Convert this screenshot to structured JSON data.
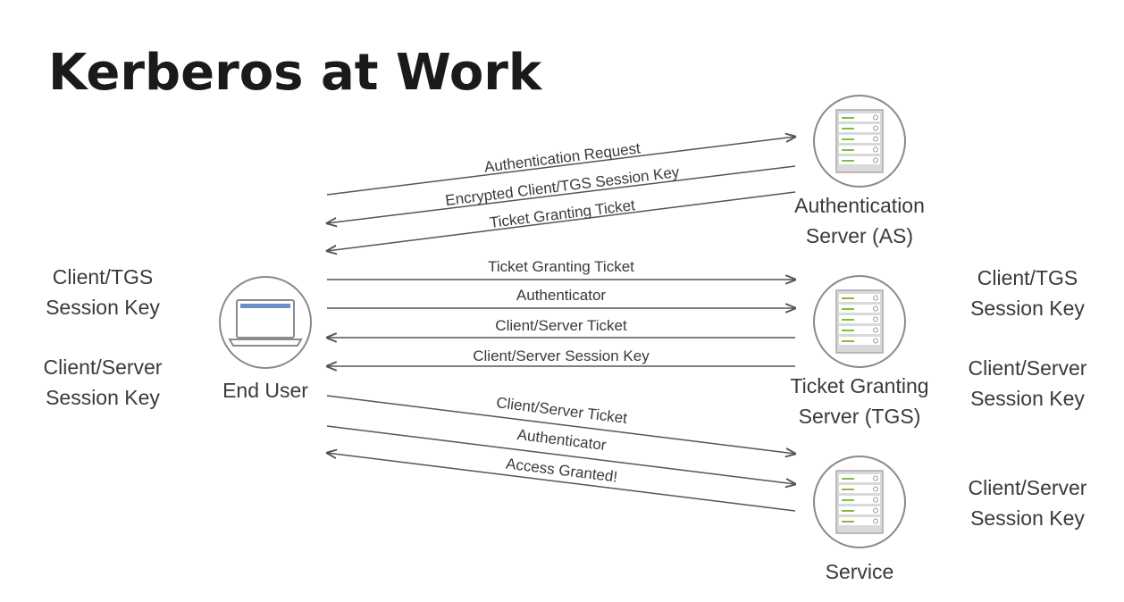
{
  "title": "Kerberos at Work",
  "nodes": {
    "end_user": "End User",
    "as_line1": "Authentication",
    "as_line2": "Server (AS)",
    "tgs_line1": "Ticket Granting",
    "tgs_line2": "Server (TGS)",
    "service": "Service"
  },
  "keys": {
    "left_client_tgs": [
      "Client/TGS",
      "Session Key"
    ],
    "left_client_server": [
      "Client/Server",
      "Session Key"
    ],
    "right_tgs_client_tgs": [
      "Client/TGS",
      "Session Key"
    ],
    "right_tgs_client_server": [
      "Client/Server",
      "Session Key"
    ],
    "right_service_client_server": [
      "Client/Server",
      "Session Key"
    ]
  },
  "messages": {
    "as_1": "Authentication Request",
    "as_2": "Encrypted Client/TGS Session Key",
    "as_3": "Ticket Granting Ticket",
    "tgs_1": "Ticket Granting Ticket",
    "tgs_2": "Authenticator",
    "tgs_3": "Client/Server Ticket",
    "tgs_4": "Client/Server Session Key",
    "svc_1": "Client/Server Ticket",
    "svc_2": "Authenticator",
    "svc_3": "Access Granted!"
  },
  "colors": {
    "server_led": "#7fbf3f",
    "server_body": "#d9d9d9",
    "laptop_screen": "#6a8fc4"
  }
}
